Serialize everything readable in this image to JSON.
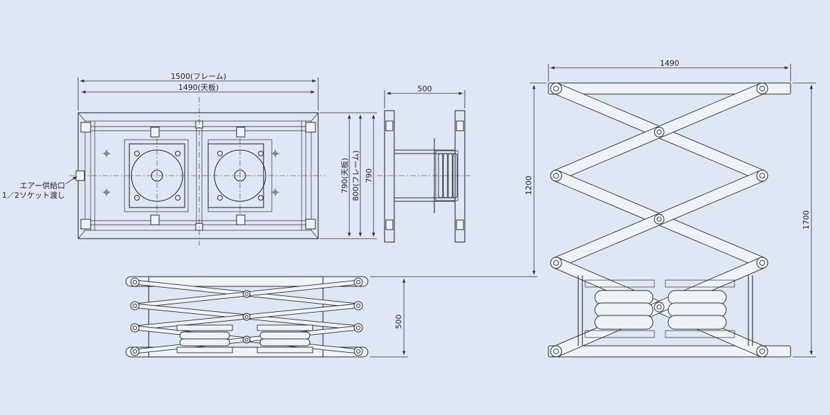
{
  "colors": {
    "background": "#dde8f4",
    "line": "#2a2a2a"
  },
  "top_view": {
    "frame_width_label": "1500(フレーム)",
    "plate_width_label": "1490(天板)",
    "plate_depth_label": "790(天板)",
    "frame_depth_label": "800(フレーム)",
    "overall_depth_label": "790",
    "air_supply_line1": "エアー供給口",
    "air_supply_line2": "1／2ソケット渡し"
  },
  "side_view": {
    "width_label": "500"
  },
  "lowered_view": {
    "height_label": "500"
  },
  "raised_view": {
    "width_label": "1490",
    "stroke_label": "1200",
    "height_label": "1700"
  }
}
